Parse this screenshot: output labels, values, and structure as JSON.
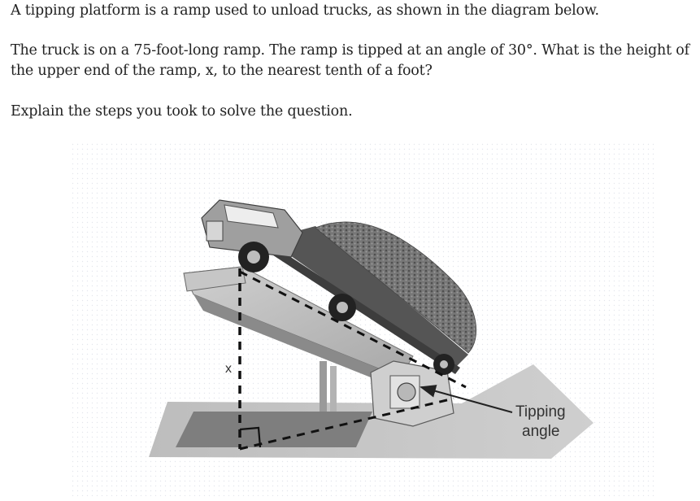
{
  "question": {
    "intro": "A tipping platform is a ramp used to unload trucks, as shown in the diagram below.",
    "prompt": "The truck is on a 75-foot-long ramp. The ramp is tipped at an angle of 30°. What is the height of the upper end of the ramp, x, to the nearest tenth of a foot?",
    "instruction": "Explain the steps you took to solve the question."
  },
  "diagram": {
    "height_label": "x",
    "angle_label_line1": "Tipping",
    "angle_label_line2": "angle"
  }
}
